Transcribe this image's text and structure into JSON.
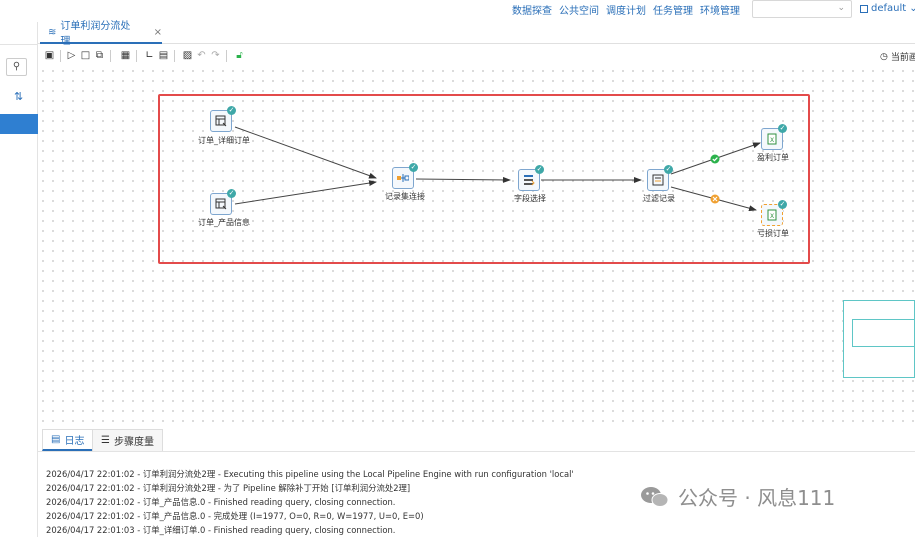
{
  "topnav": {
    "links": [
      "数据探查",
      "公共空间",
      "调度计划",
      "任务管理",
      "环境管理"
    ],
    "workspace": "default"
  },
  "tab": {
    "title": "订单利润分流处理",
    "close": "×"
  },
  "toolbar": {
    "status": "当前画"
  },
  "steps": {
    "detail_order": "订单_详细订单",
    "product_info": "订单_产品信息",
    "merge": "记录集连接",
    "select": "字段选择",
    "filter": "过滤记录",
    "profit": "盈利订单",
    "loss": "亏损订单"
  },
  "logtabs": {
    "log": "日志",
    "metrics": "步骤度量"
  },
  "logs": [
    "2026/04/17 22:01:02 - 订单利润分流处2理 - Executing this pipeline using the Local Pipeline Engine with run configuration 'local'",
    "2026/04/17 22:01:02 - 订单利润分流处2理 - 为了 Pipeline 解除补丁开始 [订单利润分流处2理]",
    "2026/04/17 22:01:02 - 订单_产品信息.0 - Finished reading query, closing connection.",
    "2026/04/17 22:01:02 - 订单_产品信息.0 - 完成处理 (I=1977, O=0, R=0, W=1977, U=0, E=0)",
    "2026/04/17 22:01:03 - 订单_详细订单.0 - Finished reading query, closing connection."
  ],
  "watermark": "公众号 · 风息111",
  "colors": {
    "accent": "#2a6fb8",
    "highlight": "#e34a4a",
    "ok": "#2bb24c",
    "warn": "#f0a030"
  }
}
